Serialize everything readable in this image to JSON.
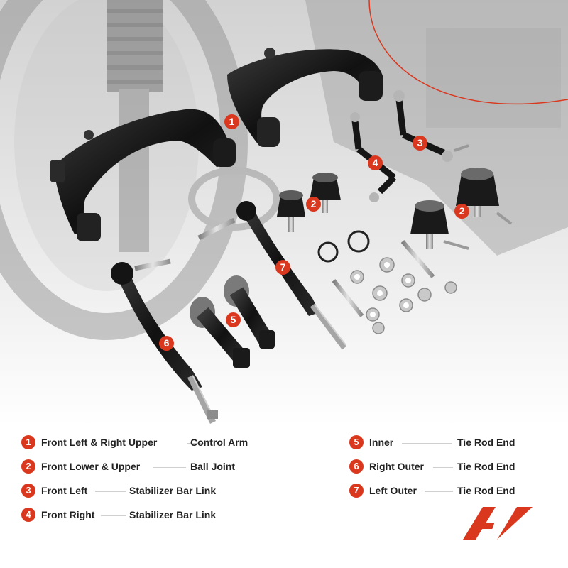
{
  "legend": [
    {
      "num": "1",
      "left": "Front Left  &  Right Upper",
      "right": "Control Arm"
    },
    {
      "num": "2",
      "left": "Front Lower  & Upper",
      "right": "Ball Joint"
    },
    {
      "num": "3",
      "left": "Front Left",
      "right": "Stabilizer Bar Link"
    },
    {
      "num": "4",
      "left": "Front Right",
      "right": "Stabilizer Bar Link"
    },
    {
      "num": "5",
      "left": "Inner",
      "right": "Tie Rod End"
    },
    {
      "num": "6",
      "left": "Right Outer",
      "right": "Tie Rod End"
    },
    {
      "num": "7",
      "left": "Left Outer",
      "right": "Tie Rod End"
    }
  ],
  "callouts": [
    "1",
    "2",
    "3",
    "4",
    "2",
    "2",
    "5",
    "6",
    "7"
  ],
  "colors": {
    "accent": "#d9381e",
    "text": "#222222",
    "part": "#1a1a1a",
    "metal": "#a8a8a8"
  },
  "logo": "brand-logo-icon"
}
